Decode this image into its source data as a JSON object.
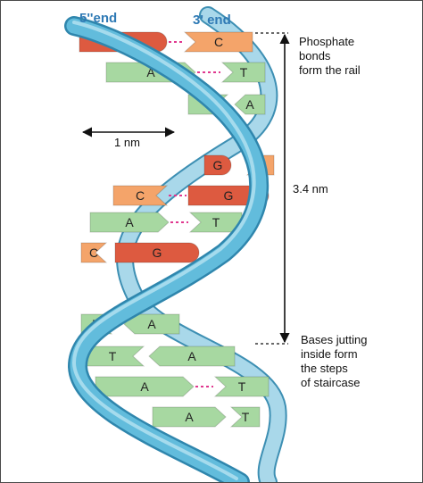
{
  "labels": {
    "five_prime": "5''end",
    "three_prime": "3' end",
    "width": "1 nm",
    "pitch": "3.4 nm",
    "phosphate": [
      "Phosphate",
      "bonds",
      "form the rail"
    ],
    "bases": [
      "Bases jutting",
      "inside form",
      "the steps",
      "of staircase"
    ]
  },
  "base_pairs": [
    {
      "left": "G",
      "right": "C"
    },
    {
      "left": "A",
      "right": "T"
    },
    {
      "left": "T",
      "right": "A"
    },
    {
      "left": "G",
      "right": "C"
    },
    {
      "left": "C",
      "right": "G"
    },
    {
      "left": "A",
      "right": "T"
    },
    {
      "left": "C",
      "right": "G"
    },
    {
      "left": "T",
      "right": "A"
    },
    {
      "left": "T",
      "right": "A"
    },
    {
      "left": "A",
      "right": "T"
    },
    {
      "left": "A",
      "right": "T"
    }
  ],
  "colors": {
    "G": "#dd5a40",
    "C": "#f4a46a",
    "A": "#a7d8a1",
    "T": "#a7d8a1",
    "strand_front": "#5fb8d6",
    "strand_back": "#a9d8ea",
    "hydrogen_bond": "#e0388f",
    "label_blue": "#2f7ab5"
  }
}
